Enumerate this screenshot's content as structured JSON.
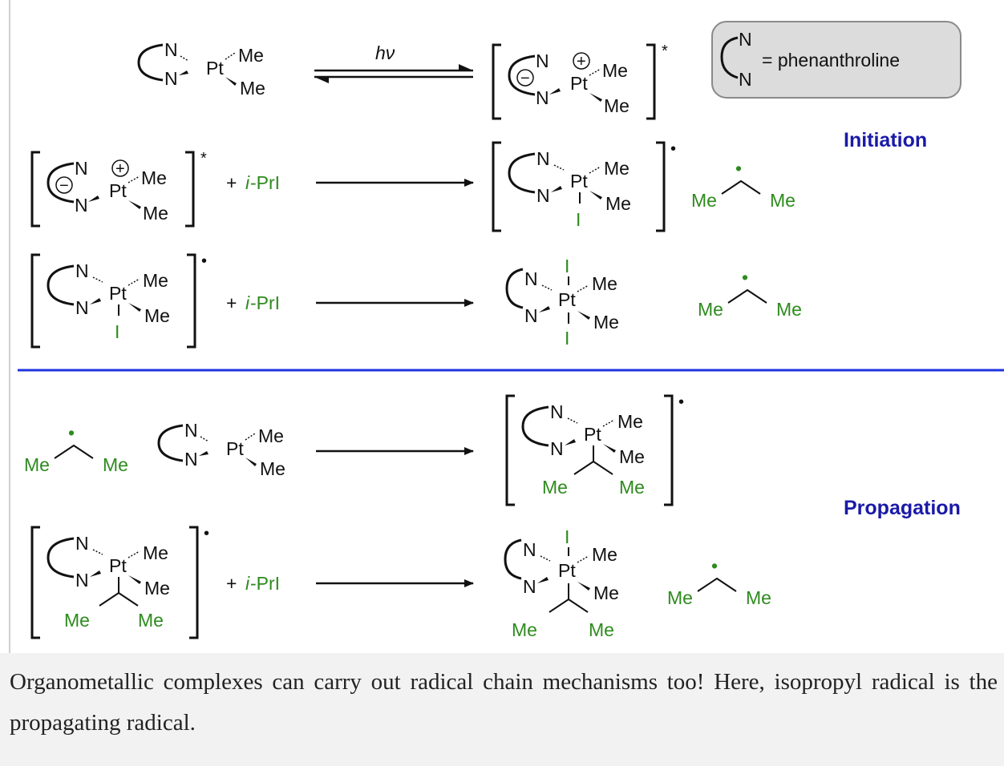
{
  "labels": {
    "n": "N",
    "pt": "Pt",
    "me": "Me",
    "i": "I",
    "hv": "hν",
    "plus_ipri": "+ ",
    "ipri_i": "i",
    "ipri_rest": "-PrI",
    "excited_star": "*",
    "radical_dot": "•",
    "charge_plus": "+",
    "charge_minus": "−"
  },
  "legend": {
    "n": "N",
    "text": "= phenanthroline"
  },
  "sections": {
    "initiation": "Initiation",
    "propagation": "Propagation"
  },
  "caption": "Organometallic complexes can carry out radical chain mechanisms too! Here, isopropyl radical is the propagating radical.",
  "colors": {
    "green": "#2e8b1e",
    "blue_label": "#1a1aa8",
    "divider": "#1f33e0",
    "caption_bg": "#f2f2f2"
  }
}
